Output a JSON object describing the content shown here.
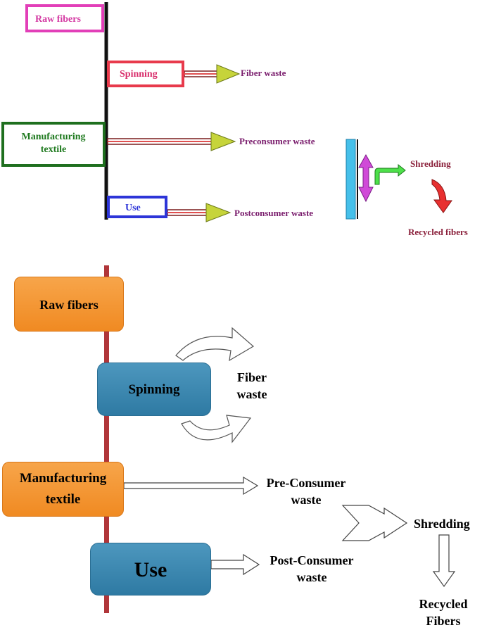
{
  "top_diagram": {
    "raw_fibers": "Raw fibers",
    "spinning": "Spinning",
    "manufacturing_line1": "Manufacturing",
    "manufacturing_line2": "textile",
    "use": "Use",
    "fiber_waste": "Fiber waste",
    "preconsumer_waste": "Preconsumer waste",
    "postconsumer_waste": "Postconsumer waste",
    "shredding": "Shredding",
    "recycled_fibers": "Recycled fibers"
  },
  "bottom_diagram": {
    "raw_fibers": "Raw fibers",
    "spinning": "Spinning",
    "manufacturing_line1": "Manufacturing",
    "manufacturing_line2": "textile",
    "use": "Use",
    "fiber_waste_line1": "Fiber",
    "fiber_waste_line2": "waste",
    "pre_consumer_line1": "Pre-Consumer",
    "pre_consumer_line2": "waste",
    "post_consumer_line1": "Post-Consumer",
    "post_consumer_line2": "waste",
    "shredding": "Shredding",
    "recycled_line1": "Recycled",
    "recycled_line2": "Fibers"
  },
  "colors": {
    "raw_fibers_border": "#e23fb8",
    "spinning_border": "#e83a4c",
    "manufacturing_border": "#1f6f1f",
    "use_border": "#2d35d8",
    "arrowhead_fill": "#c6d43a",
    "orange_box": "#f08a22",
    "blue_box": "#2e7aa3",
    "timeline_bar": "#b0363a"
  }
}
